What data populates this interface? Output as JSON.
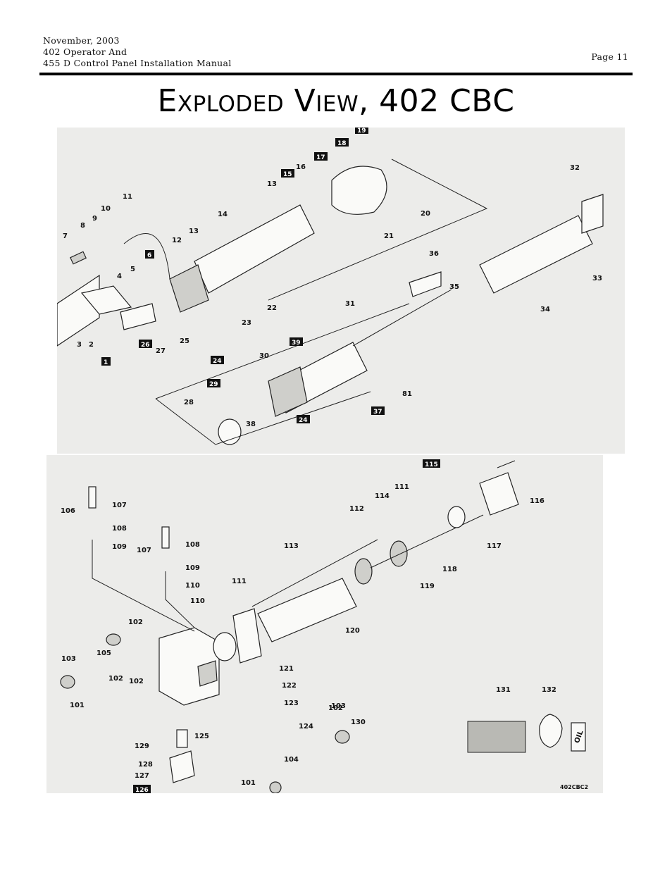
{
  "header": {
    "date": "November, 2003",
    "line2": "402 Operator And",
    "line3": "455 D Control Panel Installation Manual",
    "page": "Page 11"
  },
  "title": "Exploded View, 402 CBC",
  "top_labels": [
    "1",
    "2",
    "3",
    "4",
    "5",
    "6",
    "7",
    "8",
    "9",
    "10",
    "11",
    "12",
    "13",
    "13",
    "14",
    "15",
    "16",
    "17",
    "18",
    "19",
    "20",
    "21",
    "22",
    "23",
    "24",
    "24",
    "25",
    "26",
    "27",
    "28",
    "29",
    "30",
    "31",
    "32",
    "33",
    "34",
    "35",
    "36",
    "37",
    "38",
    "39",
    "81"
  ],
  "bottom_labels": [
    "101",
    "101",
    "102",
    "102",
    "102",
    "102",
    "103",
    "103",
    "104",
    "105",
    "106",
    "107",
    "107",
    "108",
    "108",
    "109",
    "109",
    "110",
    "110",
    "111",
    "111",
    "112",
    "113",
    "114",
    "115",
    "116",
    "117",
    "118",
    "119",
    "120",
    "121",
    "122",
    "123",
    "124",
    "125",
    "126",
    "127",
    "128",
    "129",
    "130",
    "131",
    "132"
  ],
  "drawing_code": "402CBC2",
  "oil_label": "OIL"
}
